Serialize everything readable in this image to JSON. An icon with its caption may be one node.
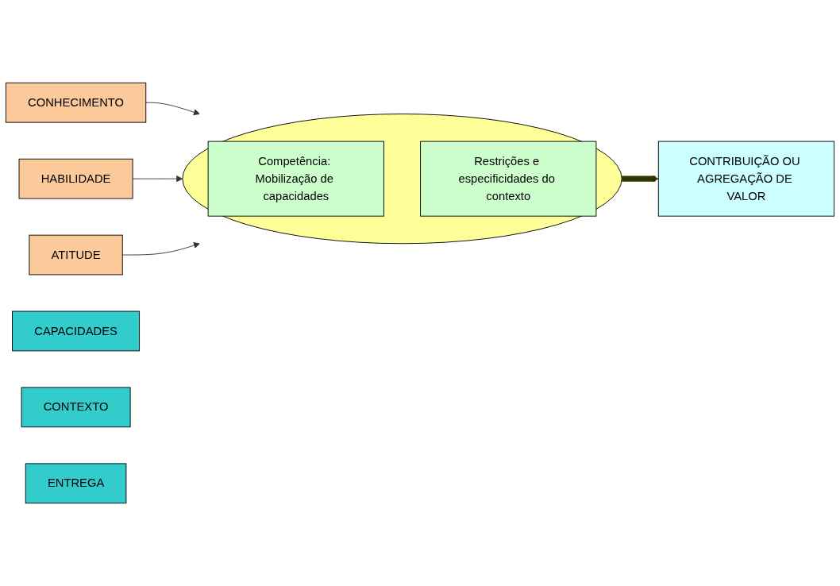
{
  "diagram": {
    "nodes": [
      {
        "text": [
          "CONHECIMENTO"
        ]
      },
      {
        "text": [
          "HABILIDADE"
        ]
      },
      {
        "text": [
          "ATITUDE"
        ]
      },
      {
        "text": [],
        "shape": "ellipse"
      },
      {
        "text": [
          "Competência: Mobilização de capacidades"
        ],
        "in": 3
      },
      {
        "text": [
          "Restrições e especificidades do contexto"
        ],
        "in": 3
      },
      {
        "text": [
          "CONTRIBUIÇÃO OU AGREGAÇÃO DE VALOR"
        ]
      },
      {
        "text": [
          "CAPACIDADES"
        ]
      },
      {
        "text": [
          "CONTEXTO"
        ]
      },
      {
        "text": [
          "ENTREGA"
        ]
      }
    ],
    "edges": [
      {
        "from": 0,
        "to": 3,
        "arrow": "to"
      },
      {
        "from": 1,
        "to": 3,
        "arrow": "to"
      },
      {
        "from": 2,
        "to": 3,
        "arrow": "to"
      },
      {
        "from": 3,
        "to": 6,
        "arrow": "to",
        "style": "thick",
        "color": "#333300"
      }
    ]
  }
}
